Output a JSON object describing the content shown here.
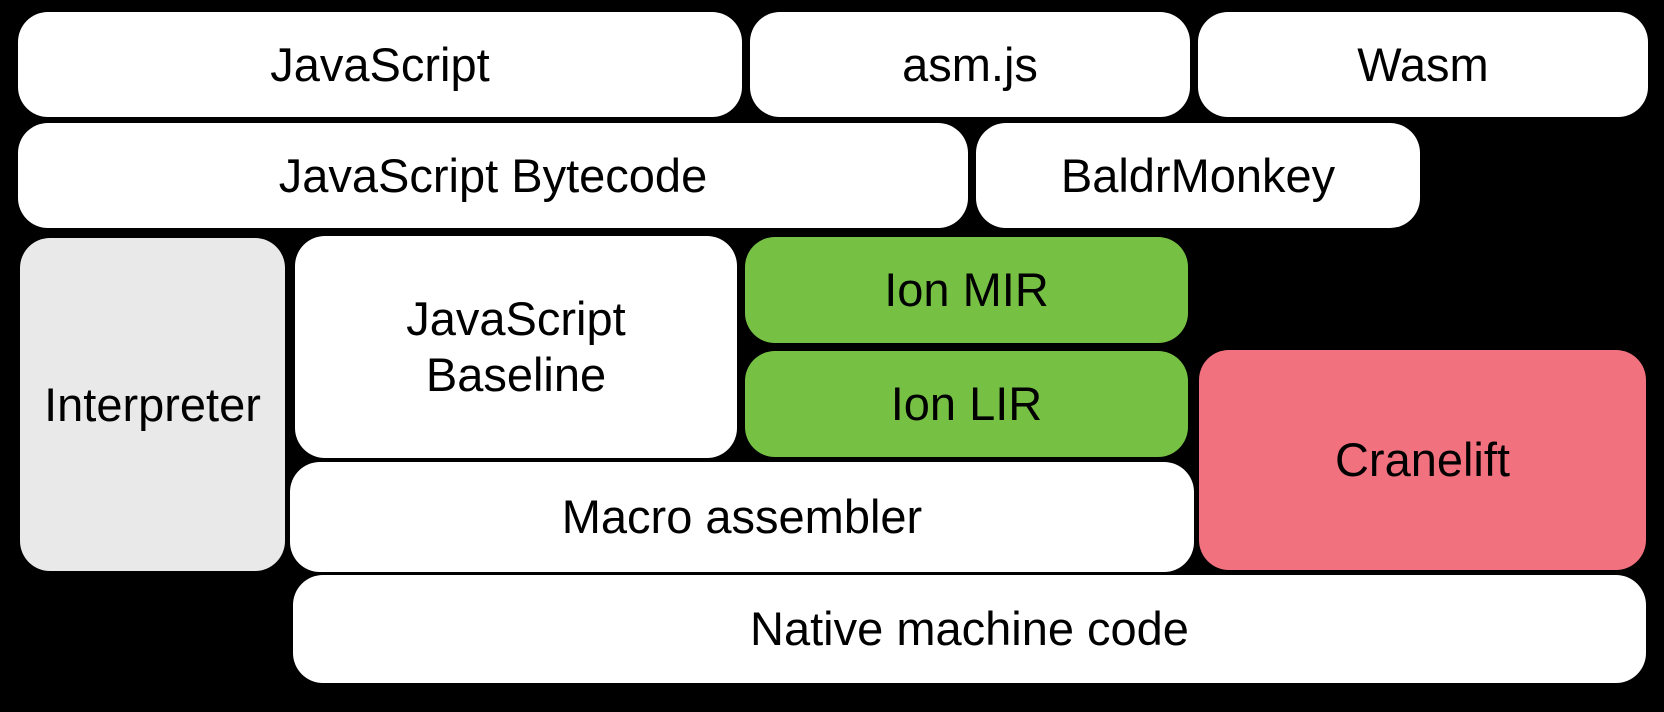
{
  "diagram": {
    "title": "SpiderMonkey compilation pipeline diagram",
    "background_color": "#000000",
    "text_color": "#000000",
    "colors": {
      "default_box": "#ffffff",
      "interpreter_gray": "#e9e9e9",
      "ion_green": "#76c144",
      "cranelift_pink": "#f2717f"
    },
    "nodes": {
      "javascript": {
        "label": "JavaScript",
        "color": "#ffffff"
      },
      "asmjs": {
        "label": "asm.js",
        "color": "#ffffff"
      },
      "wasm": {
        "label": "Wasm",
        "color": "#ffffff"
      },
      "javascript_bytecode": {
        "label": "JavaScript Bytecode",
        "color": "#ffffff"
      },
      "baldrmonkey": {
        "label": "BaldrMonkey",
        "color": "#ffffff"
      },
      "interpreter": {
        "label": "Interpreter",
        "color": "#e9e9e9"
      },
      "javascript_baseline": {
        "label": "JavaScript Baseline",
        "lines": [
          "JavaScript",
          "Baseline"
        ],
        "color": "#ffffff"
      },
      "ion_mir": {
        "label": "Ion MIR",
        "color": "#76c144"
      },
      "ion_lir": {
        "label": "Ion LIR",
        "color": "#76c144"
      },
      "cranelift": {
        "label": "Cranelift",
        "color": "#f2717f"
      },
      "macro_assembler": {
        "label": "Macro assembler",
        "color": "#ffffff"
      },
      "native_machine_code": {
        "label": "Native machine code",
        "color": "#ffffff"
      }
    }
  }
}
